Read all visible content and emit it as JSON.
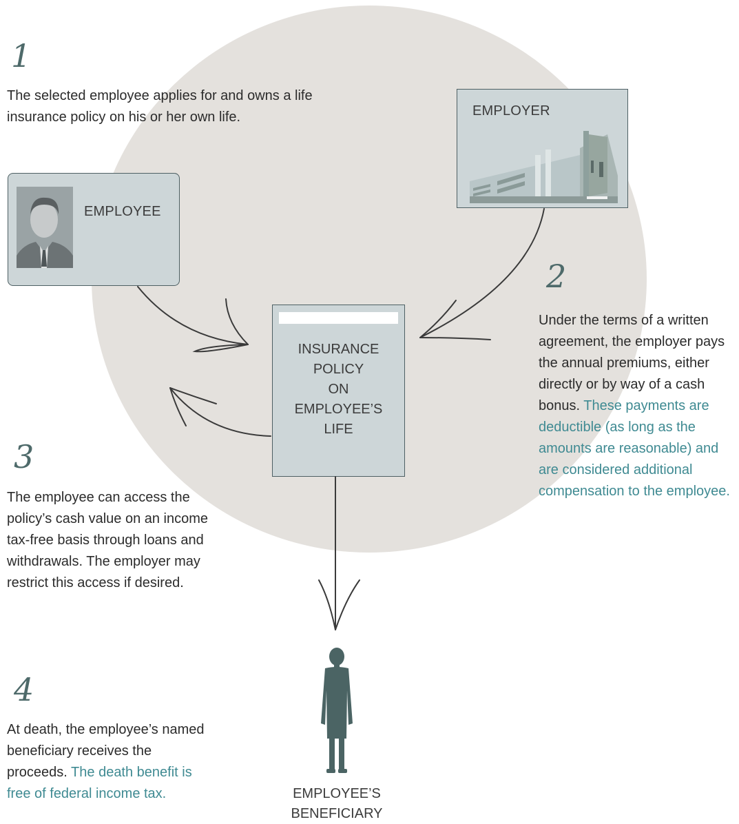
{
  "steps": [
    {
      "number": "1",
      "text": "The selected employee applies for and owns a life insurance policy on his or her own life.",
      "highlight": ""
    },
    {
      "number": "2",
      "text": "Under the terms of a written agreement, the employer pays the annual premiums, either directly or by way of a cash bonus.",
      "highlight": "These payments are deductible (as long as the amounts are reasonable) and are considered additional compensation to the employee."
    },
    {
      "number": "3",
      "text": "The employee can access the policy’s cash value on an income tax-free basis through loans and withdrawals. The employer may restrict this access if desired.",
      "highlight": ""
    },
    {
      "number": "4",
      "text": "At death, the employee’s named beneficiary receives the proceeds.",
      "highlight": "The death benefit is free of federal income tax."
    }
  ],
  "nodes": {
    "employee": "EMPLOYEE",
    "employer": "EMPLOYER",
    "policy_lines": [
      "INSURANCE",
      "POLICY",
      "ON",
      "EMPLOYEE’S",
      "LIFE"
    ],
    "beneficiary_lines": [
      "EMPLOYEE’S",
      "BENEFICIARY"
    ]
  },
  "colors": {
    "accent_text": "#3f8a92",
    "circle": "#e4e1dd",
    "card_fill": "#cdd6d8",
    "figure": "#4b6464",
    "arrow": "#3a3a3a"
  }
}
